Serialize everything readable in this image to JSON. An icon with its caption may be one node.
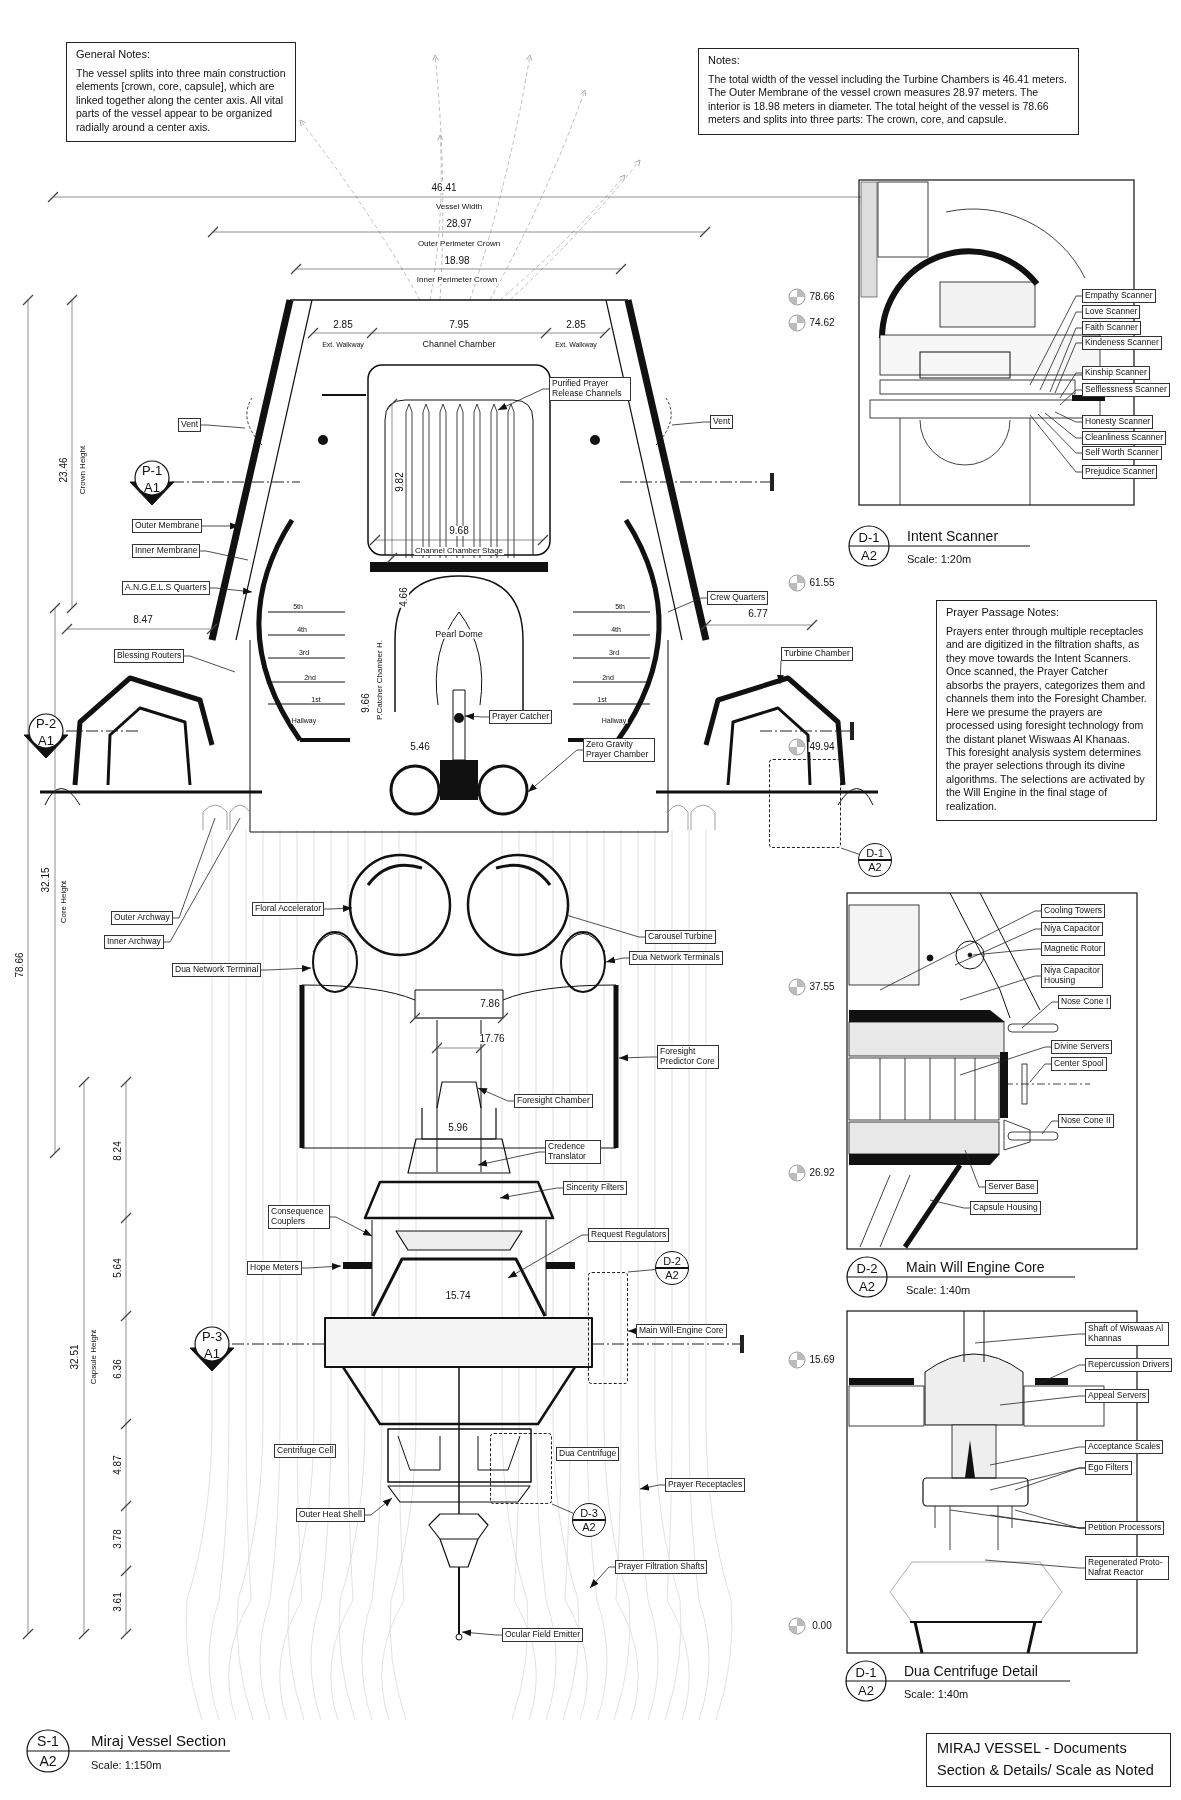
{
  "diagram": {
    "nodes": [
      {
        "text": [
          "General Notes:",
          "The vessel splits into three main construction elements [crown, core, capsule], which are linked together along the center axis. All vital parts of the vessel appear to be organized radially around a center axis."
        ]
      },
      {
        "text": [
          "Notes:",
          "The total width of the vessel including the Turbine Chambers is 46.41 meters. The Outer Membrane of the vessel crown measures 28.97 meters. The interior is 18.98 meters in diameter. The total height of the vessel is 78.66 meters and splits into three parts: The crown, core, and capsule."
        ]
      },
      {
        "text": [
          "Purified Prayer Release Channels"
        ]
      },
      {
        "text": [
          "Vent"
        ]
      },
      {
        "text": [
          "Vent"
        ]
      },
      {
        "text": [
          "Outer Membrane"
        ]
      },
      {
        "text": [
          "Inner Membrane"
        ]
      },
      {
        "text": [
          "A.N.G.E.L.S Quarters"
        ]
      },
      {
        "text": [
          "Crew Quarters"
        ]
      },
      {
        "text": [
          "Blessing Routers"
        ]
      },
      {
        "text": [
          "Turbine Chamber"
        ]
      },
      {
        "text": [
          "Prayer Catcher"
        ]
      },
      {
        "text": [
          "Zero Gravity Prayer Chamber"
        ]
      },
      {
        "text": [
          "D-1",
          "A2"
        ]
      },
      {
        "text": [],
        "shape": "box"
      },
      {
        "text": [
          "Floral Accelerator"
        ]
      },
      {
        "text": [
          "Outer Archway"
        ]
      },
      {
        "text": [
          "Carousel Turbine"
        ]
      },
      {
        "text": [
          "Dua Network Terminals"
        ]
      },
      {
        "text": [
          "Inner Archway"
        ]
      },
      {
        "text": [
          "Dua Network Terminal"
        ]
      },
      {
        "text": [
          "Foresight Predictor Core"
        ]
      },
      {
        "text": [
          "Foresight Chamber"
        ]
      },
      {
        "text": [
          "Credence Translator"
        ]
      },
      {
        "text": [
          "Sincerity Filters"
        ]
      },
      {
        "text": [
          "Consequence Couplers"
        ]
      },
      {
        "text": [
          "Request Regulators"
        ]
      },
      {
        "text": [
          "D-2",
          "A2"
        ]
      },
      {
        "text": [],
        "shape": "box"
      },
      {
        "text": [
          "Hope Meters"
        ]
      },
      {
        "text": [
          "Main Will-Engine Core"
        ]
      },
      {
        "text": [
          "Centrifuge Cell"
        ]
      },
      {
        "text": [
          "Dua Centrifuge"
        ]
      },
      {
        "text": [
          "Prayer Receptacles"
        ]
      },
      {
        "text": [
          "Outer Heat Shell"
        ]
      },
      {
        "text": [
          "D-3",
          "A2"
        ]
      },
      {
        "text": [],
        "shape": "box"
      },
      {
        "text": [
          "Prayer Filtration Shafts"
        ]
      },
      {
        "text": [
          "Ocular Field Emitter"
        ]
      },
      {
        "text": [
          "Empathy Scanner"
        ]
      },
      {
        "text": [
          "Love Scanner"
        ]
      },
      {
        "text": [
          "Faith Scanner"
        ]
      },
      {
        "text": [
          "Kindeness Scanner"
        ]
      },
      {
        "text": [
          "Kinship Scanner"
        ]
      },
      {
        "text": [
          "Selflessness Scanner"
        ]
      },
      {
        "text": [
          "Honesty Scanner"
        ]
      },
      {
        "text": [
          "Cleanliness Scanner"
        ]
      },
      {
        "text": [
          "Self Worth Scanner"
        ]
      },
      {
        "text": [
          "Prejudice Scanner"
        ]
      },
      {
        "text": [
          "Prayer Passage Notes:",
          "Prayers enter through multiple receptacles and are digitized in the filtration shafts, as they move towards the Intent Scanners. Once scanned, the Prayer Catcher absorbs the prayers, categorizes them and channels them into the Foresight Chamber. Here we presume the prayers are processed using foresight technology from the distant planet Wiswaas Al Khanaas. This foresight analysis system determines the prayer selections through its divine algorithms. The selections are activated by the Will Engine in the final stage of realization."
        ]
      },
      {
        "text": [
          "Cooling Towers"
        ]
      },
      {
        "text": [
          "Niya Capacitor"
        ]
      },
      {
        "text": [
          "Magnetic Rotor"
        ]
      },
      {
        "text": [
          "Niya Capacitor Housing"
        ]
      },
      {
        "text": [
          "Nose Cone I"
        ]
      },
      {
        "text": [
          "Divine Servers"
        ]
      },
      {
        "text": [
          "Center Spool"
        ]
      },
      {
        "text": [
          "Nose Cone II"
        ]
      },
      {
        "text": [
          "Server Base"
        ]
      },
      {
        "text": [
          "Capsule Housing"
        ]
      },
      {
        "text": [
          "Shaft of Wiswaas Al Khannas"
        ]
      },
      {
        "text": [
          "Repercussion Drivers"
        ]
      },
      {
        "text": [
          "Appeal Servers"
        ]
      },
      {
        "text": [
          "Acceptance Scales"
        ]
      },
      {
        "text": [
          "Ego Filters"
        ]
      },
      {
        "text": [
          "Petition Processors"
        ]
      },
      {
        "text": [
          "Regenerated Proto-Nafrat Reactor"
        ]
      },
      {
        "text": [
          "MIRAJ VESSEL - Documents",
          "Section & Details/ Scale as Noted"
        ]
      }
    ],
    "edges": [
      {
        "from": 2,
        "to": null,
        "arrow": "to"
      },
      {
        "from": 3,
        "to": null,
        "arrow": "none"
      },
      {
        "from": 4,
        "to": null,
        "arrow": "none"
      },
      {
        "from": 5,
        "to": null,
        "arrow": "to"
      },
      {
        "from": 6,
        "to": null,
        "arrow": "none"
      },
      {
        "from": 7,
        "to": null,
        "arrow": "to"
      },
      {
        "from": 8,
        "to": null,
        "arrow": "none"
      },
      {
        "from": 9,
        "to": null,
        "arrow": "none"
      },
      {
        "from": 10,
        "to": null,
        "arrow": "to"
      },
      {
        "from": 11,
        "to": null,
        "arrow": "to"
      },
      {
        "from": 12,
        "to": null,
        "arrow": "to"
      },
      {
        "from": 13,
        "to": 14,
        "arrow": "none"
      },
      {
        "from": 15,
        "to": null,
        "arrow": "to"
      },
      {
        "from": 16,
        "to": null,
        "arrow": "none"
      },
      {
        "from": 17,
        "to": null,
        "arrow": "none"
      },
      {
        "from": 18,
        "to": null,
        "arrow": "to"
      },
      {
        "from": 19,
        "to": null,
        "arrow": "none"
      },
      {
        "from": 20,
        "to": null,
        "arrow": "to"
      },
      {
        "from": 21,
        "to": null,
        "arrow": "to"
      },
      {
        "from": 22,
        "to": null,
        "arrow": "to"
      },
      {
        "from": 23,
        "to": null,
        "arrow": "to"
      },
      {
        "from": 24,
        "to": null,
        "arrow": "to"
      },
      {
        "from": 25,
        "to": null,
        "arrow": "to"
      },
      {
        "from": 26,
        "to": null,
        "arrow": "to"
      },
      {
        "from": 27,
        "to": 28,
        "arrow": "none"
      },
      {
        "from": 29,
        "to": null,
        "arrow": "to"
      },
      {
        "from": 30,
        "to": 28,
        "arrow": "to"
      },
      {
        "from": 33,
        "to": null,
        "arrow": "to"
      },
      {
        "from": 34,
        "to": null,
        "arrow": "to"
      },
      {
        "from": 35,
        "to": 36,
        "arrow": "none"
      },
      {
        "from": 37,
        "to": null,
        "arrow": "to"
      },
      {
        "from": 38,
        "to": null,
        "arrow": "to"
      },
      {
        "from": 39,
        "to": null,
        "arrow": "none"
      },
      {
        "from": 40,
        "to": null,
        "arrow": "none"
      },
      {
        "from": 41,
        "to": null,
        "arrow": "none"
      },
      {
        "from": 42,
        "to": null,
        "arrow": "none"
      },
      {
        "from": 43,
        "to": null,
        "arrow": "none"
      },
      {
        "from": 44,
        "to": null,
        "arrow": "none"
      },
      {
        "from": 45,
        "to": null,
        "arrow": "none"
      },
      {
        "from": 46,
        "to": null,
        "arrow": "none"
      },
      {
        "from": 47,
        "to": null,
        "arrow": "none"
      },
      {
        "from": 48,
        "to": null,
        "arrow": "none"
      },
      {
        "from": 50,
        "to": null,
        "arrow": "none"
      },
      {
        "from": 51,
        "to": null,
        "arrow": "none"
      },
      {
        "from": 52,
        "to": null,
        "arrow": "none"
      },
      {
        "from": 53,
        "to": null,
        "arrow": "none"
      },
      {
        "from": 54,
        "to": null,
        "arrow": "none"
      },
      {
        "from": 55,
        "to": null,
        "arrow": "none"
      },
      {
        "from": 56,
        "to": null,
        "arrow": "none"
      },
      {
        "from": 57,
        "to": null,
        "arrow": "none"
      },
      {
        "from": 58,
        "to": null,
        "arrow": "none"
      },
      {
        "from": 59,
        "to": null,
        "arrow": "none"
      },
      {
        "from": 60,
        "to": null,
        "arrow": "none"
      },
      {
        "from": 61,
        "to": null,
        "arrow": "none"
      },
      {
        "from": 62,
        "to": null,
        "arrow": "none"
      },
      {
        "from": 63,
        "to": null,
        "arrow": "none"
      },
      {
        "from": 64,
        "to": null,
        "arrow": "none"
      },
      {
        "from": 64,
        "to": null,
        "arrow": "none"
      },
      {
        "from": 65,
        "to": null,
        "arrow": "none"
      },
      {
        "from": 65,
        "to": null,
        "arrow": "none"
      },
      {
        "from": 65,
        "to": null,
        "arrow": "none"
      },
      {
        "from": 66,
        "to": null,
        "arrow": "none"
      }
    ],
    "labels": [
      "46.41",
      "Vessel Width",
      "28.97",
      "Outer Perimeter Crown",
      "18.98",
      "Inner Perimeter Crown",
      "78.66",
      "2.85",
      "7.95",
      "2.85",
      "74.62",
      "Ext. Walkway",
      "Channel Chamber",
      "Ext. Walkway",
      "P-1",
      "A1",
      "23.46",
      "Crown Height",
      "9.82",
      "9.68",
      "Channel Chamber Stage",
      "61.55",
      "5th",
      "5th",
      "4.66",
      "8.47",
      "6.77",
      "4th",
      "4th",
      "Pearl Dome",
      "3rd",
      "3rd",
      "P.Catcher Chamber H.",
      "2nd",
      "2nd",
      "1st",
      "1st",
      "9.66",
      "P-2",
      "Hallway",
      "Hallway",
      "A1",
      "5.46",
      "49.94",
      "32.15",
      "Core Height",
      "78.66",
      "7.86",
      "37.55",
      "17.76",
      "5.96",
      "8.24",
      "26.92",
      "5.64",
      "15.74",
      "P-3",
      "A1",
      "32.51",
      "Capsule Height",
      "6.36",
      "15.69",
      "4.87",
      "3.78",
      "3.61",
      "0.00",
      "D-1",
      "A2",
      "Intent Scanner",
      "Scale: 1:20m",
      "D-2",
      "A2",
      "Main Will Engine Core",
      "Scale: 1:40m",
      "D-1",
      "A2",
      "Dua Centrifuge Detail",
      "Scale: 1:40m",
      "S-1",
      "A2",
      "Miraj Vessel Section",
      "Scale: 1:150m"
    ]
  }
}
